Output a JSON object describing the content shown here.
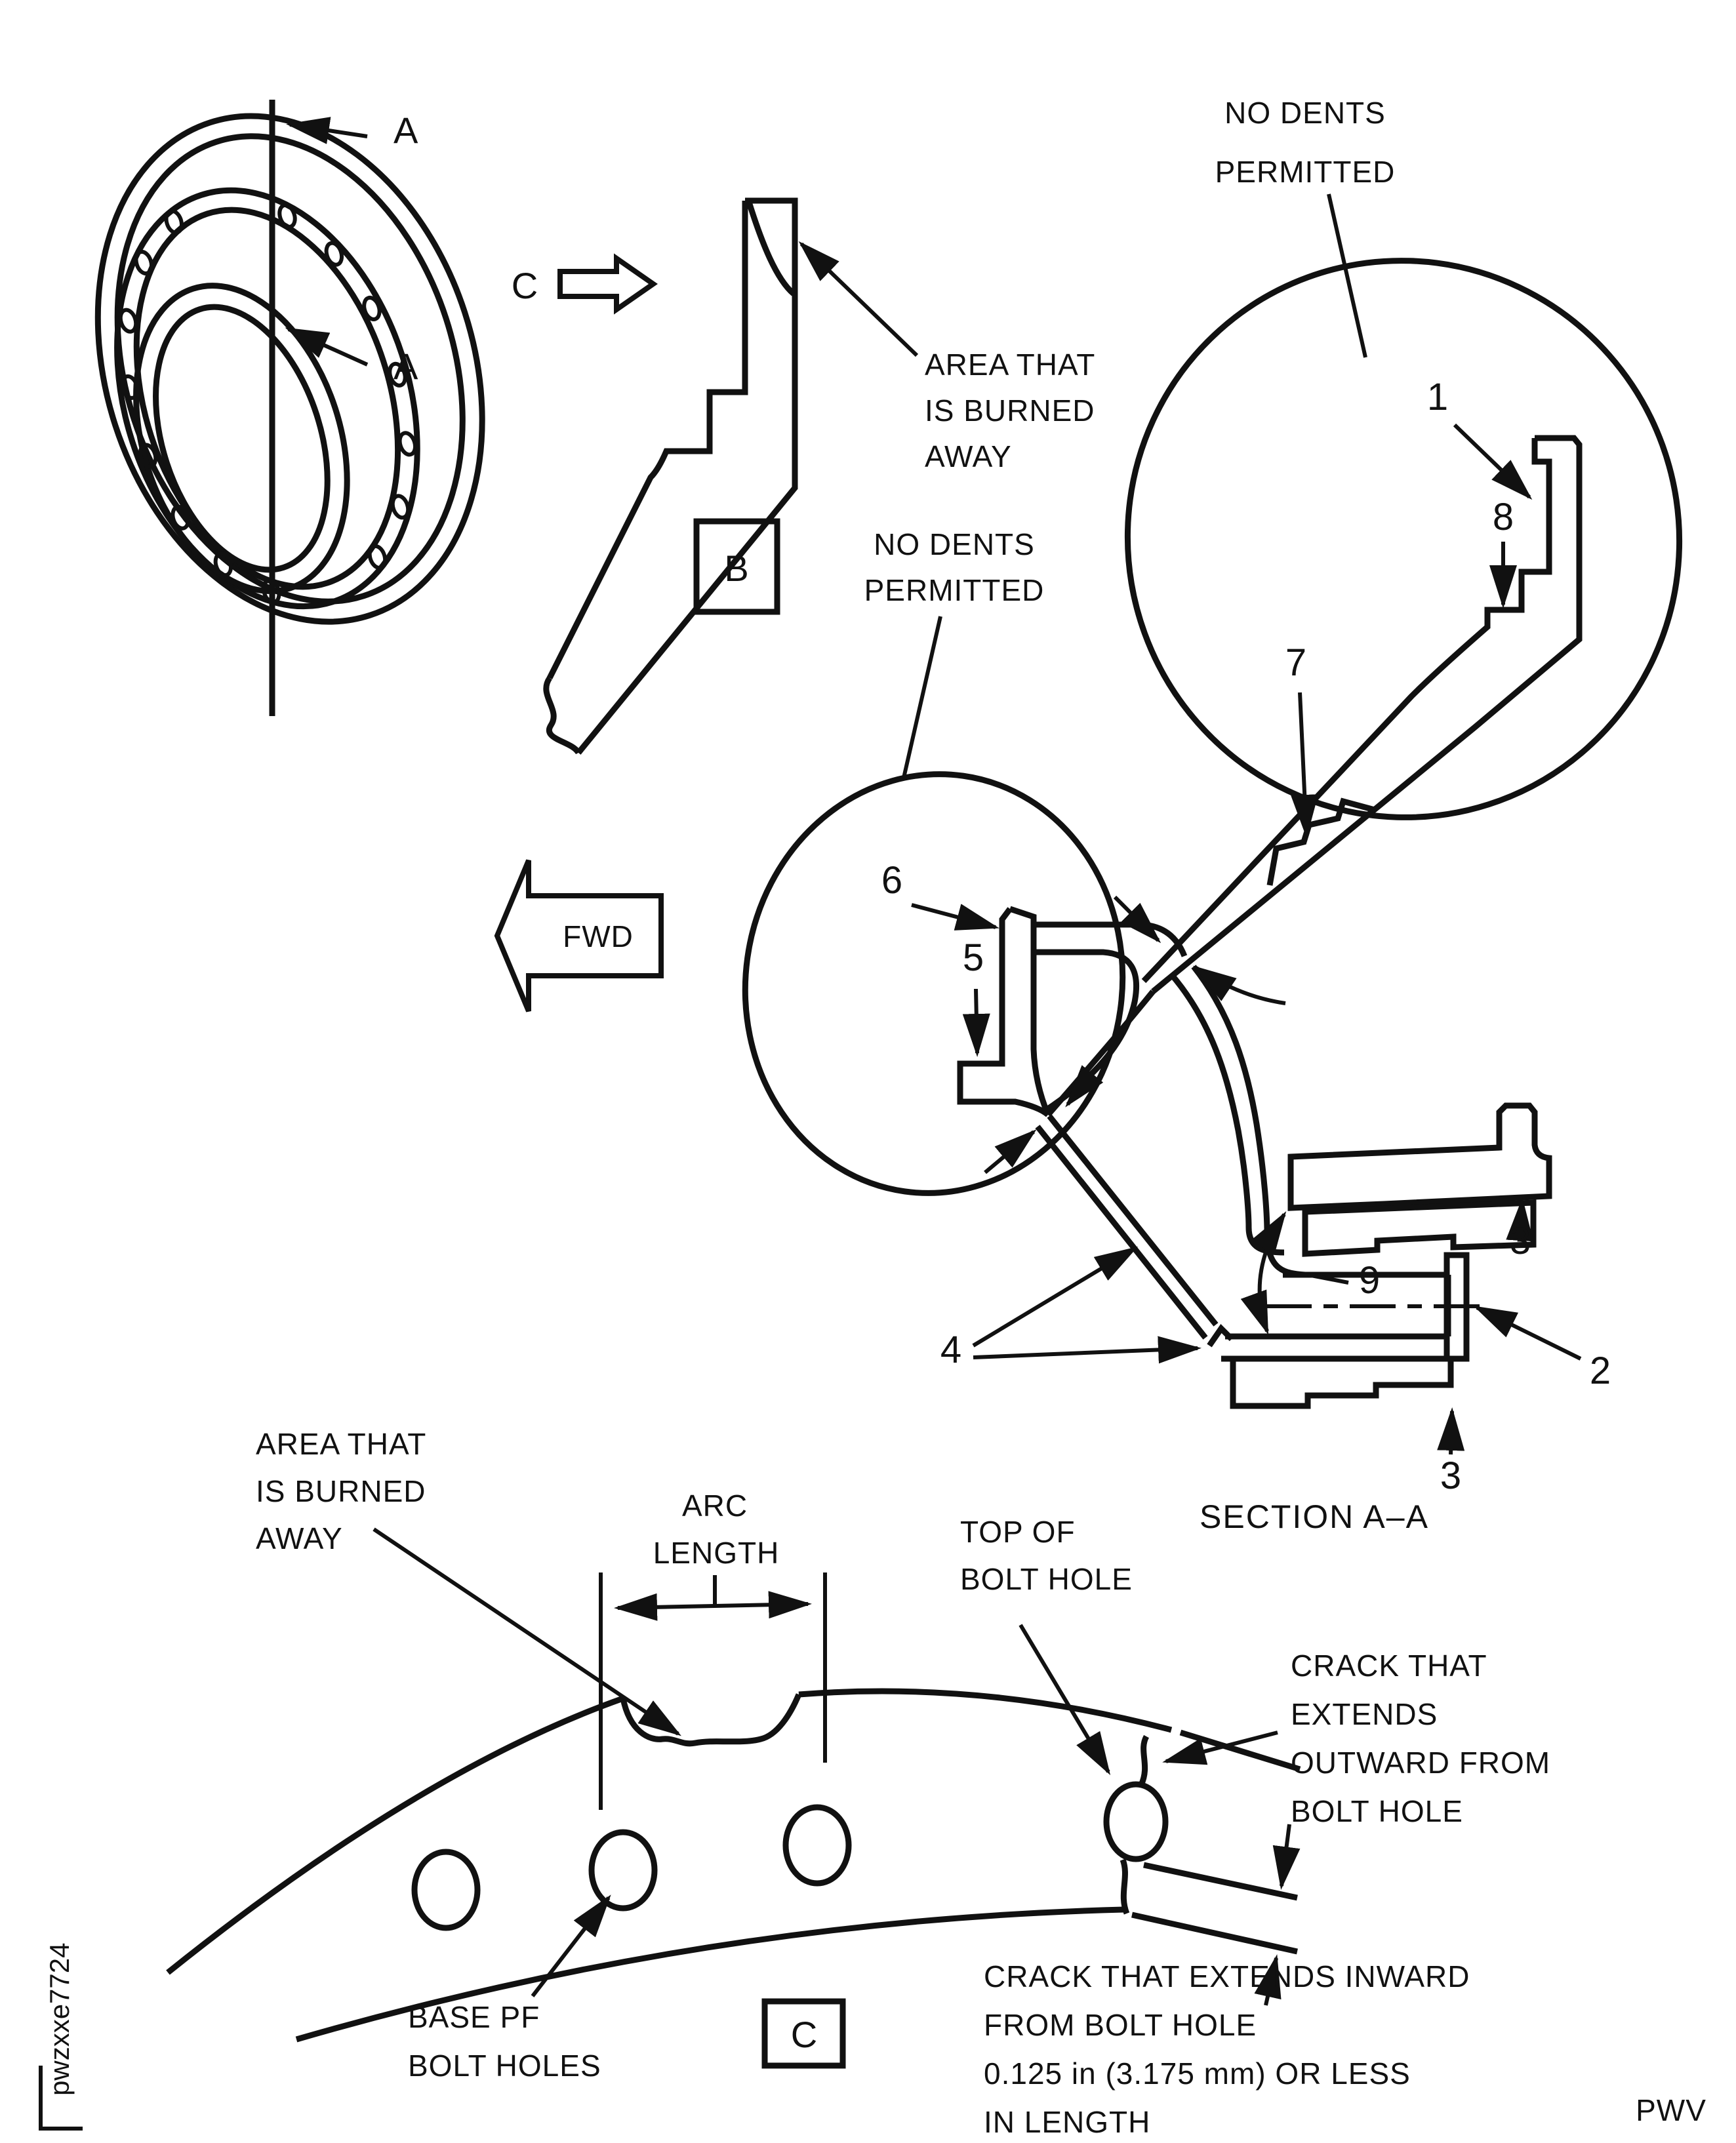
{
  "document": {
    "code_vertical": "pwzxxe7724",
    "figure_code": "PWV"
  },
  "view_labels": {
    "a_top": "A",
    "a_bottom": "A",
    "b": "B",
    "c_top": "C",
    "c_bottom": "C"
  },
  "annotations": {
    "no_dents_top": [
      "NO DENTS",
      "PERMITTED"
    ],
    "no_dents_mid": [
      "NO DENTS",
      "PERMITTED"
    ],
    "burned_area_b": [
      "AREA THAT",
      "IS BURNED",
      "AWAY"
    ],
    "burned_area_c": [
      "AREA THAT",
      "IS BURNED",
      "AWAY"
    ],
    "arc_length": [
      "ARC",
      "LENGTH"
    ],
    "top_of_bolt_hole": [
      "TOP OF",
      "BOLT HOLE"
    ],
    "crack_outward": [
      "CRACK THAT",
      "EXTENDS",
      "OUTWARD FROM",
      "BOLT HOLE"
    ],
    "crack_inward": [
      "CRACK THAT EXTENDS INWARD",
      "FROM BOLT HOLE",
      "0.125 in (3.175 mm) OR LESS",
      "IN LENGTH"
    ],
    "base_bolt_holes": [
      "BASE PF",
      "BOLT HOLES"
    ],
    "fwd": "FWD",
    "section_title": "SECTION A–A"
  },
  "callouts": {
    "item1": "1",
    "item2": "2",
    "item3_top": "3",
    "item3_bottom": "3",
    "item4": "4",
    "item5": "5",
    "item6": "6",
    "item7": "7",
    "item8": "8",
    "item9": "9"
  },
  "colors": {
    "ink": "#111111",
    "paper": "#ffffff"
  }
}
